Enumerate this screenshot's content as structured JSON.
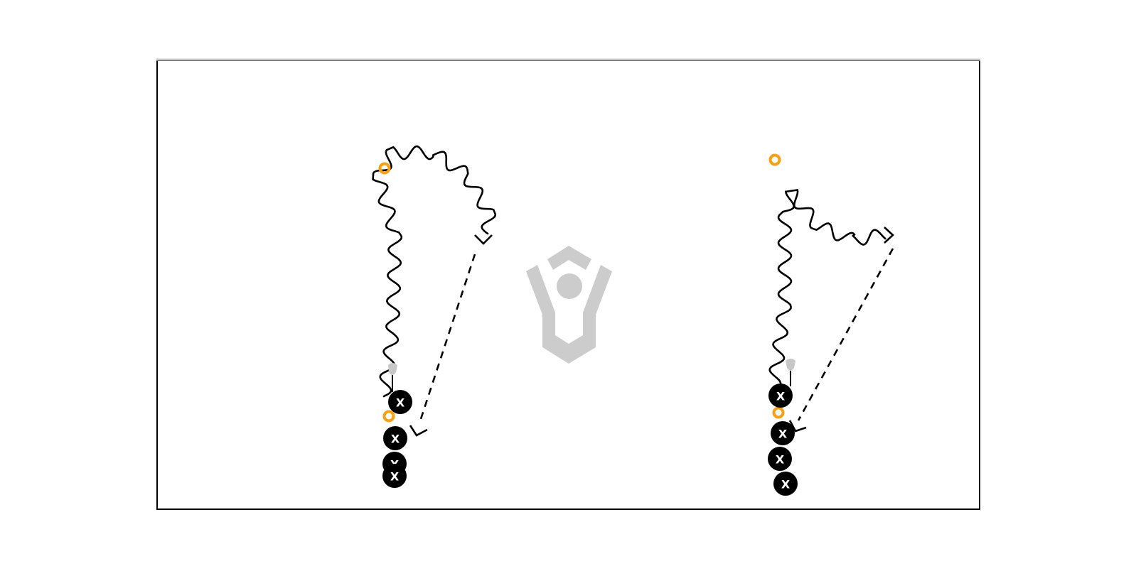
{
  "colors": {
    "background": "#ffffff",
    "field_border": "#000000",
    "field_top": "#c8c8c8",
    "player_fill": "#000000",
    "player_text": "#ffffff",
    "cone": "#f5a015",
    "stick": "#c8c8c8",
    "logo": "#cccccc"
  },
  "player_marker": "X",
  "logo": {
    "icon": "lacrosse-logo-icon"
  },
  "drills": [
    {
      "name": "left-drill",
      "players_count": 4,
      "cones_count": 2,
      "dodge_path": "wavy-run",
      "pass_path": "dashed-pass"
    },
    {
      "name": "right-drill",
      "players_count": 4,
      "cones_count": 2,
      "dodge_path": "wavy-run",
      "pass_path": "dashed-pass"
    }
  ]
}
